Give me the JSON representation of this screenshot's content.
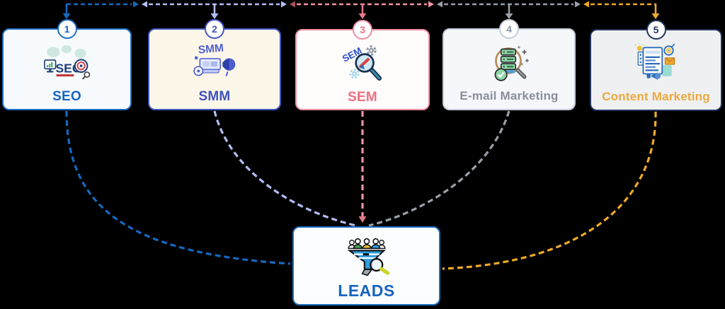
{
  "cards": [
    {
      "number": "1",
      "label": "SEO",
      "icon": "seo-icon",
      "icon_text": "SEO",
      "border_color": "#1e6fc0",
      "bg_color": "#f7fafd",
      "label_color": "#1565c0",
      "number_color": "#1565c0",
      "connector_color": "#1668c0"
    },
    {
      "number": "2",
      "label": "SMM",
      "icon": "smm-icon",
      "icon_text": "SMM",
      "border_color": "#4456c5",
      "bg_color": "#fcf7e8",
      "label_color": "#3d52c0",
      "number_color": "#3d52c0",
      "connector_color": "#b3bff2"
    },
    {
      "number": "3",
      "label": "SEM",
      "icon": "sem-icon",
      "icon_text": "SEM",
      "border_color": "#ef8fa0",
      "bg_color": "#fffcfc",
      "label_color": "#ee6e80",
      "number_color": "#ee6e80",
      "connector_color": "#f093a5",
      "arrow_color": "#e4798c"
    },
    {
      "number": "4",
      "label": "E-mail Marketing",
      "icon": "email-marketing-icon",
      "border_color": "#c6cdd9",
      "bg_color": "#f5f7fa",
      "label_color": "#8a8f98",
      "number_color": "#8a93a0",
      "connector_color": "#9aa0a8"
    },
    {
      "number": "5",
      "label": "Content Marketing",
      "icon": "content-marketing-icon",
      "border_color": "#24365e",
      "bg_color": "#eef0f2",
      "label_color": "#eca93c",
      "number_color": "#24365e",
      "connector_color": "#eeaa28"
    }
  ],
  "leads": {
    "label": "LEADS",
    "icon": "leads-funnel-icon",
    "border_color": "#1a6ec2",
    "bg_color": "#fcfdff",
    "label_color": "#1565c0"
  },
  "junction": {
    "maroon_arrow_color": "#a84f5e"
  }
}
